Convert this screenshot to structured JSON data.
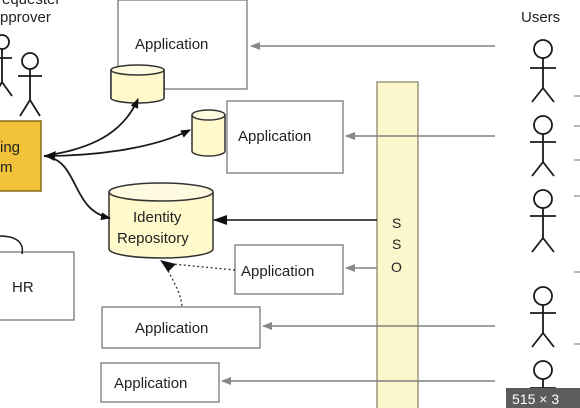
{
  "labels": {
    "requester_line1": "equester",
    "requester_line2": "pprover",
    "users": "Users",
    "provisioning_line1": "ing",
    "provisioning_line2": "m",
    "hr": "HR",
    "identity_line1": "Identity",
    "identity_line2": "Repository",
    "sso_s1": "S",
    "sso_s2": "S",
    "sso_o": "O",
    "app1": "Application",
    "app2": "Application",
    "app3": "Application",
    "app4": "Application",
    "app5": "Application",
    "size_badge": "515 × 3"
  },
  "colors": {
    "provisioning_fill": "#f2c23a",
    "provisioning_stroke": "#8a6c1a",
    "sso_fill": "#fbf6cc",
    "sso_stroke": "#8a8a6a",
    "database_fill": "#fff9cc",
    "badge_fill": "#5c5c5c"
  }
}
